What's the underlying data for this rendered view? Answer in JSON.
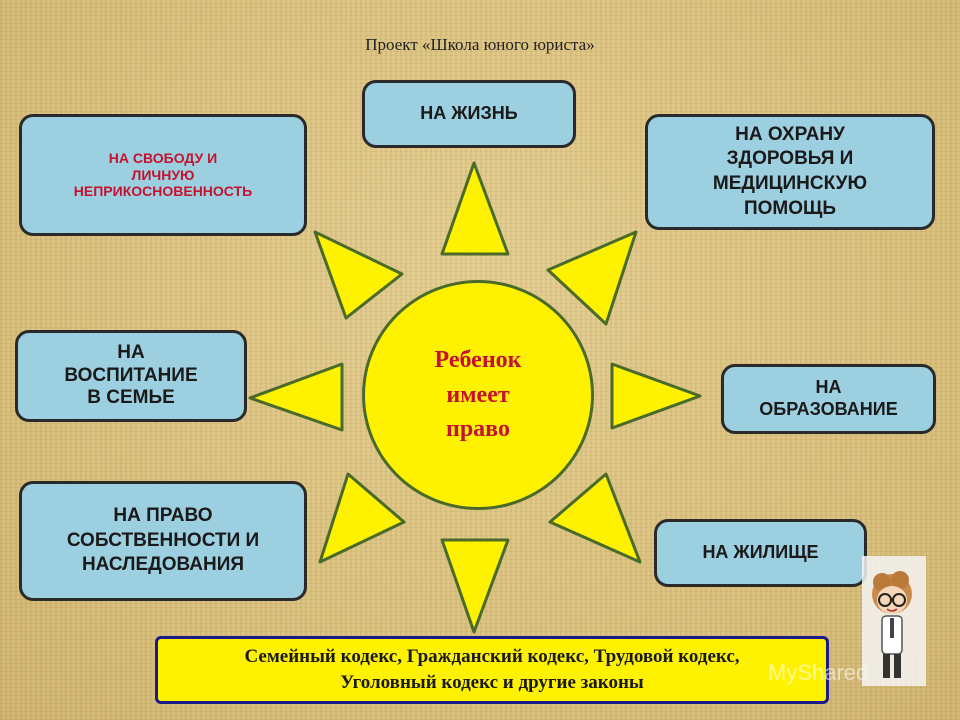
{
  "header": {
    "title": "Проект «Школа юного юриста»"
  },
  "center": {
    "line1": "Ребенок",
    "line2": "имеет",
    "line3": "право"
  },
  "boxes": {
    "life": {
      "text": "НА ЖИЗНЬ"
    },
    "freedom": {
      "line1": "НА СВОБОДУ И",
      "line2": "ЛИЧНУЮ",
      "line3": "НЕПРИКОСНОВЕННОСТЬ"
    },
    "health": {
      "line1": "НА ОХРАНУ",
      "line2": "ЗДОРОВЬЯ И",
      "line3": "МЕДИЦИНСКУЮ",
      "line4": "ПОМОЩЬ"
    },
    "upbringing": {
      "line1": "НА",
      "line2": "ВОСПИТАНИЕ",
      "line3": "В СЕМЬЕ"
    },
    "education": {
      "line1": "НА",
      "line2": "ОБРАЗОВАНИЕ"
    },
    "property": {
      "line1": "НА ПРАВО",
      "line2": "СОБСТВЕННОСТИ И",
      "line3": "НАСЛЕДОВАНИЯ"
    },
    "housing": {
      "text": "НА ЖИЛИЩЕ"
    }
  },
  "footer": {
    "line1": "Семейный кодекс, Гражданский кодекс, Трудовой кодекс,",
    "line2": "Уголовный кодекс и  другие законы"
  },
  "watermark": {
    "text": "MyShared"
  },
  "colors": {
    "box_fill": "#9ccfe0",
    "sun_fill": "#fff200",
    "center_text": "#c4122f",
    "freedom_text": "#c4122f"
  },
  "icons": {
    "rays": "triangle-ray",
    "figure": "cartoon-student-figure"
  }
}
